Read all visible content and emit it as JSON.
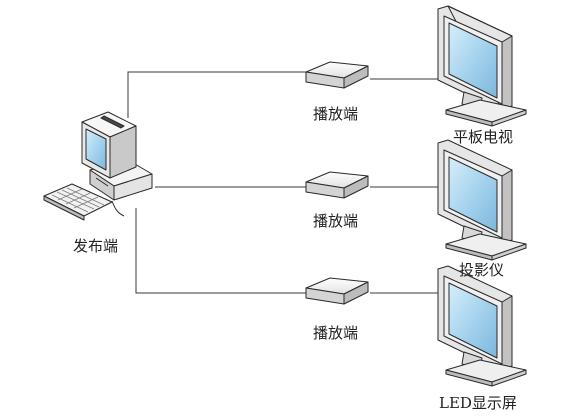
{
  "publisher": {
    "label": "发布端"
  },
  "players": [
    {
      "label": "播放端"
    },
    {
      "label": "播放端"
    },
    {
      "label": "播放端"
    }
  ],
  "displays": [
    {
      "label": "平板电视",
      "icon": "monitor-icon"
    },
    {
      "label": "投影仪",
      "icon": "monitor-icon"
    },
    {
      "label": "LED显示屏",
      "icon": "monitor-icon"
    }
  ],
  "colors": {
    "line": "#3a3a3a",
    "screen": "#a9d4ec",
    "body": "#e8e8e8",
    "outline": "#2a2a2a"
  }
}
